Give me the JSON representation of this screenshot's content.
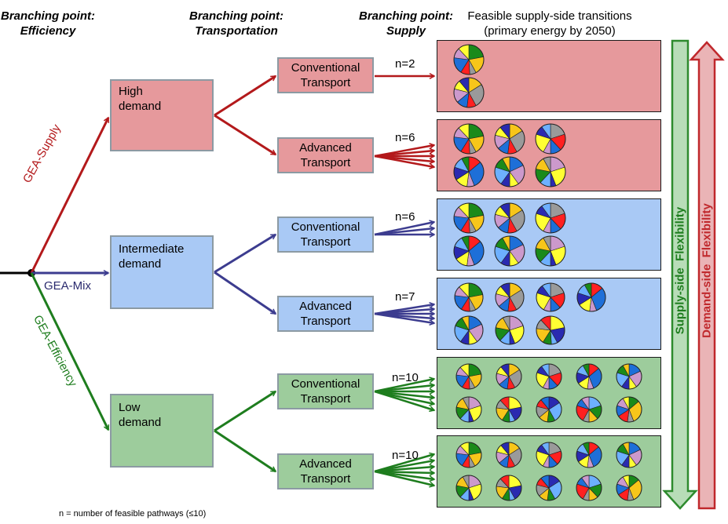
{
  "headers": {
    "efficiency": [
      "Branching point:",
      "Efficiency"
    ],
    "transportation": [
      "Branching point:",
      "Transportation"
    ],
    "supply": [
      "Branching point:",
      "Supply"
    ],
    "feasible": [
      "Feasible supply-side transitions",
      "(primary energy by 2050)"
    ]
  },
  "branches": {
    "supply": "GEA-Supply",
    "mix": "GEA-Mix",
    "efficiency": "GEA-Efficiency"
  },
  "demand": {
    "high": [
      "High",
      "demand"
    ],
    "intermediate": [
      "Intermediate",
      "demand"
    ],
    "low": [
      "Low",
      "demand"
    ]
  },
  "transport": {
    "conventional": [
      "Conventional",
      "Transport"
    ],
    "advanced": [
      "Advanced",
      "Transport"
    ]
  },
  "counts": [
    "n=2",
    "n=6",
    "n=6",
    "n=7",
    "n=10",
    "n=10"
  ],
  "flexibility": {
    "supply": "Supply-side  Flexibility",
    "demand": "Demand-side  Flexibility"
  },
  "footnote": "n = number of feasible pathways (≤10)",
  "colors": {
    "high_fill": "#e6999c",
    "intermediate_fill": "#a9c9f5",
    "low_fill": "#9dcc9c",
    "supply_arrow": "#b3191b",
    "mix_arrow": "#3c3c8f",
    "efficiency_arrow": "#1e7d1e",
    "flex_supply": "#2e8b2e",
    "flex_demand": "#c0282c"
  }
}
